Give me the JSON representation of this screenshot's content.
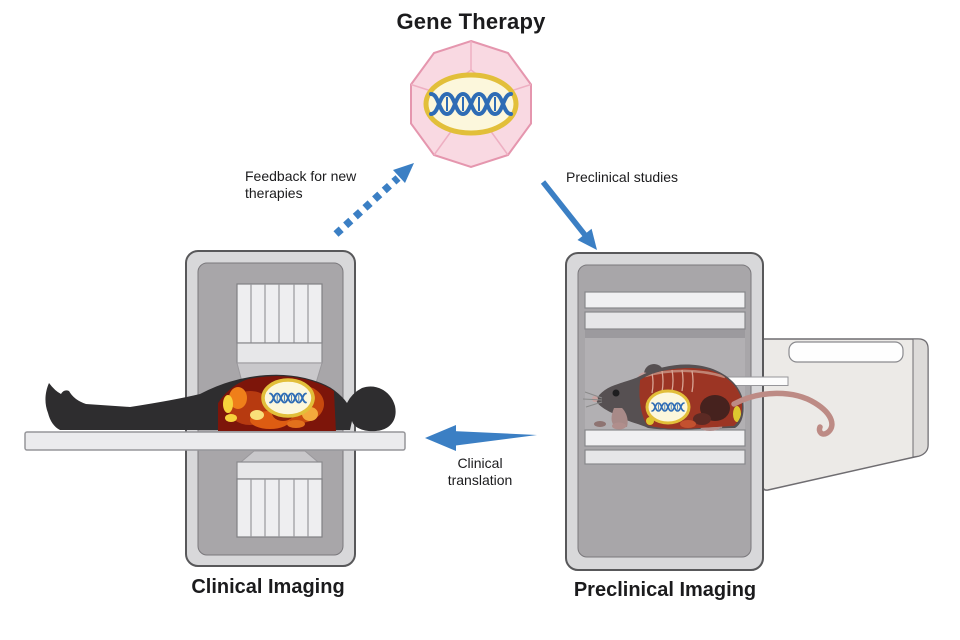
{
  "figure": {
    "title": "Gene Therapy",
    "type": "cycle-diagram"
  },
  "nodes": {
    "gene_therapy": {
      "label": "Gene Therapy",
      "icon": "viral-capsid-with-dna"
    },
    "clinical": {
      "label": "Clinical Imaging",
      "icon": "human-in-scanner"
    },
    "preclinical": {
      "label": "Preclinical Imaging",
      "icon": "mouse-in-scanner"
    }
  },
  "arrows": {
    "preclinical_studies": {
      "label": "Preclinical studies",
      "style": "solid",
      "from": "gene_therapy",
      "to": "preclinical"
    },
    "clinical_translation": {
      "label": "Clinical translation",
      "style": "solid",
      "from": "preclinical",
      "to": "clinical"
    },
    "feedback": {
      "label": "Feedback for new therapies",
      "style": "dashed",
      "from": "clinical",
      "to": "gene_therapy"
    }
  },
  "icons": [
    "viral-capsid-icon",
    "dna-helix-icon",
    "clinical-scanner-icon",
    "patient-silhouette-icon",
    "pet-signal-icon",
    "preclinical-scanner-icon",
    "mouse-icon",
    "animal-bed-icon",
    "solid-arrow-icon",
    "dashed-arrow-icon"
  ],
  "colors": {
    "arrow_blue": "#3b7fc4",
    "dna_blue": "#2e6cb5",
    "capsid_pink_fill": "#f9d9e2",
    "capsid_pink_stroke": "#e596ae",
    "capsid_facet_pink": "#eeafc2",
    "plasmid_gold": "#e2bf3a",
    "plasmid_cream": "#fcf7dc",
    "machine_gray": "#d8d8da",
    "machine_inner_gray": "#a8a6a9",
    "pet_hot_red": "#b73a10",
    "pet_hot_yellow": "#f7d23c",
    "text_black": "#1b1b1d"
  }
}
